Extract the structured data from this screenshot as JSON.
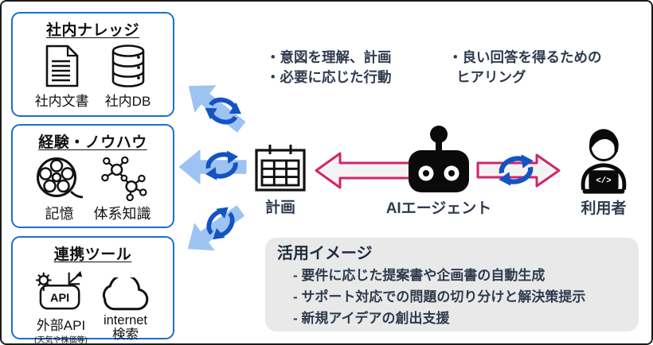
{
  "boxes": [
    {
      "title": "社内ナレッジ",
      "items": [
        {
          "label": "社内文書",
          "icon": "document-icon"
        },
        {
          "label": "社内DB",
          "icon": "database-icon"
        }
      ]
    },
    {
      "title": "経験・ノウハウ",
      "items": [
        {
          "label": "記憶",
          "icon": "film-reel-icon"
        },
        {
          "label": "体系知識",
          "icon": "network-icon"
        }
      ]
    },
    {
      "title": "連携ツール",
      "items": [
        {
          "label": "外部API",
          "sublabel": "(天気や株価等)",
          "icon": "api-icon"
        },
        {
          "label": "internet\n検索",
          "icon": "cloud-icon"
        }
      ]
    }
  ],
  "flow": {
    "plan_label": "計画",
    "agent_label": "AIエージェント",
    "user_label": "利用者"
  },
  "notes": {
    "agent": [
      "・意図を理解、計画",
      "・必要に応じた行動"
    ],
    "user": [
      "・良い回答を得るための",
      "ヒアリング"
    ]
  },
  "usage": {
    "title": "活用イメージ",
    "items": [
      "- 要件に応じた提案書や企画書の自動生成",
      "- サポート対応での問題の切り分けと解決策提示",
      "- 新規アイデアの創出支援"
    ]
  },
  "icons": {
    "api_text": "API",
    "laptop_code": "</>"
  },
  "colors": {
    "box_border_blue": "#1b6ed3",
    "sync_light_blue": "#9dc3f2",
    "sync_dark_blue": "#1353c4",
    "arrow_outline_pink": "#d0266b",
    "arrow_fill_gray": "#f3f3f3",
    "usage_box_bg": "#e9e9ea",
    "text_dark": "#2f3b4c"
  }
}
